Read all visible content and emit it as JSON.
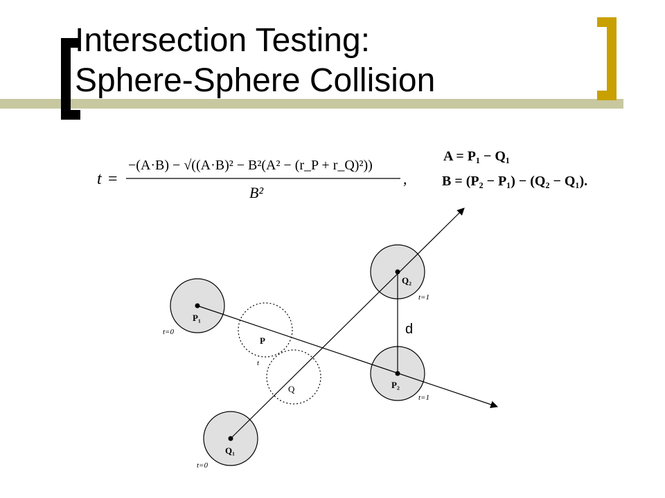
{
  "title": {
    "line1": "Intersection Testing:",
    "line2": "Sphere-Sphere Collision"
  },
  "formula": {
    "t_lhs": "t",
    "eq": "=",
    "numerator": "−(A·B) − √((A·B)² − B²(A² − (r_P + r_Q)²))",
    "denominator": "B²",
    "trailing": ",",
    "def_A": "A = P₁ − Q₁",
    "def_B": "B = (P₂ − P₁) − (Q₂ − Q₁)."
  },
  "diagram": {
    "labels": {
      "P1": "P₁",
      "P2": "P₂",
      "Q1": "Q₁",
      "Q2": "Q₂",
      "P": "P",
      "Q": "Q",
      "t": "t",
      "d": "d",
      "t0_P": "t=0",
      "t0_Q": "t=0",
      "t1_P": "t=1",
      "t1_Q": "t=1"
    }
  },
  "colors": {
    "sphere_fill": "#e0e0e0",
    "bracket_right": "#c8a000",
    "deco_line": "#c8c8a0"
  }
}
